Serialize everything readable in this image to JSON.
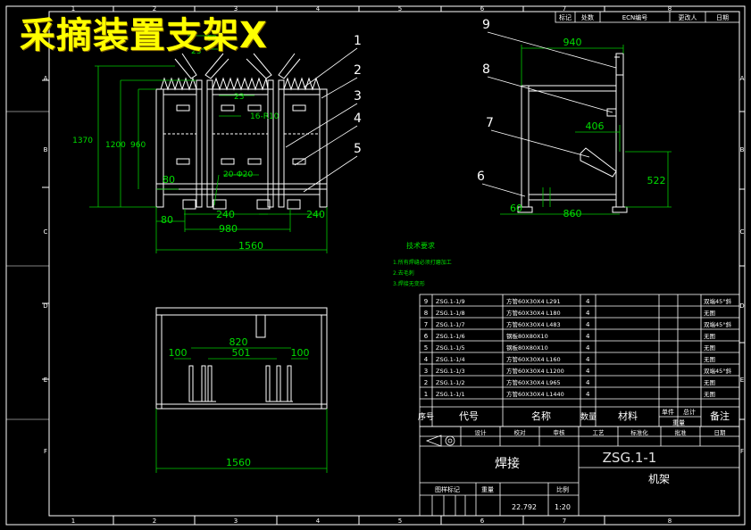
{
  "overlay_title": "采摘装置支架X",
  "grid": {
    "columns": [
      "1",
      "2",
      "3",
      "4",
      "5",
      "6",
      "7",
      "8"
    ],
    "rows": [
      "A",
      "B",
      "C",
      "D",
      "E",
      "F"
    ]
  },
  "revision_block": {
    "headers": [
      "标记",
      "处数",
      "ECN编号",
      "更改人",
      "日期"
    ]
  },
  "front_view": {
    "dims": [
      "53",
      "23",
      "23",
      "16-R10",
      "1370",
      "1200",
      "960",
      "20-Φ20",
      "80",
      "80",
      "240",
      "240",
      "980",
      "1560"
    ],
    "balloons": [
      "1",
      "2",
      "3",
      "4",
      "5"
    ]
  },
  "side_view": {
    "dims": [
      "940",
      "406",
      "522",
      "60",
      "860"
    ],
    "balloons": [
      "9",
      "8",
      "7",
      "6"
    ]
  },
  "top_view": {
    "dims": [
      "820",
      "501",
      "100",
      "100",
      "1560"
    ]
  },
  "tech_notes": {
    "title": "技术要求",
    "items": [
      "1.所有焊缝必须打磨加工",
      "2.去毛刺",
      "3.焊接无变形"
    ]
  },
  "bom": {
    "rows": [
      {
        "no": "9",
        "code": "ZSG.1-1/9",
        "name": "方管60X30X4  L291",
        "qty": "4",
        "note": "双端45°斜"
      },
      {
        "no": "8",
        "code": "ZSG.1-1/8",
        "name": "方管60X30X4  L180",
        "qty": "4",
        "note": "无图"
      },
      {
        "no": "7",
        "code": "ZSG.1-1/7",
        "name": "方管60X30X4  L483",
        "qty": "4",
        "note": "双端45°斜"
      },
      {
        "no": "6",
        "code": "ZSG.1-1/6",
        "name": "钢板80X80X10",
        "qty": "4",
        "note": "无图"
      },
      {
        "no": "5",
        "code": "ZSG.1-1/5",
        "name": "钢板80X80X10",
        "qty": "4",
        "note": "无图"
      },
      {
        "no": "4",
        "code": "ZSG.1-1/4",
        "name": "方管60X30X4  L160",
        "qty": "4",
        "note": "无图"
      },
      {
        "no": "3",
        "code": "ZSG.1-1/3",
        "name": "方管60X30X4  L1200",
        "qty": "4",
        "note": "双端45°斜"
      },
      {
        "no": "2",
        "code": "ZSG.1-1/2",
        "name": "方管60X30X4  L965",
        "qty": "4",
        "note": "无图"
      },
      {
        "no": "1",
        "code": "ZSG.1-1/1",
        "name": "方管60X30X4  L1440",
        "qty": "4",
        "note": "无图"
      }
    ],
    "headers": {
      "no": "序号",
      "code": "代号",
      "name": "名称",
      "qty": "数量",
      "material": "材料",
      "unit_weight": "单件",
      "total_weight": "总计",
      "weight": "重量",
      "note": "备注"
    }
  },
  "title_block": {
    "sign_row": [
      "设计",
      "校对",
      "审核",
      "工艺",
      "标准化",
      "批准",
      "日期"
    ],
    "process": "焊接",
    "drawing_no": "ZSG.1-1",
    "part_name": "机架",
    "labels": [
      "图样标记",
      "重量",
      "比例"
    ],
    "weight": "22.792",
    "scale": "1:20"
  }
}
